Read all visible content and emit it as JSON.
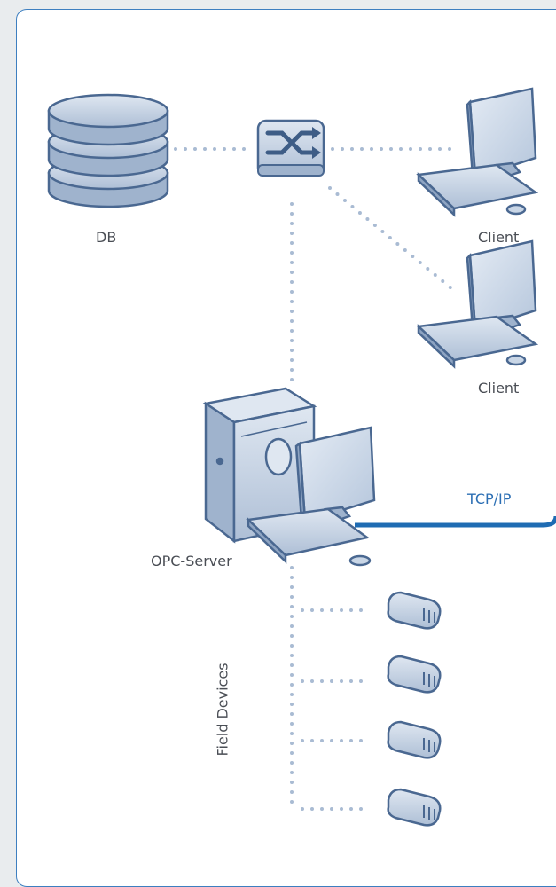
{
  "diagram": {
    "labels": {
      "db": "DB",
      "client_1": "Client",
      "client_2": "Client",
      "tcpip": "TCP/IP",
      "opc_server": "OPC-Server",
      "field_devices": "Field Devices"
    },
    "colors": {
      "panel_border": "#3d7fc0",
      "device_fill": "#c9d6e6",
      "device_stroke": "#4a6891",
      "dots": "#a9bbd3",
      "tcpip_line": "#1f6cb3",
      "label_text": "#4a4e55",
      "tcpip_text": "#2c6fb4"
    },
    "nodes": [
      {
        "name": "DB",
        "icon": "database-icon"
      },
      {
        "name": "Switch",
        "icon": "network-switch-icon"
      },
      {
        "name": "Client",
        "icon": "computer-icon"
      },
      {
        "name": "Client",
        "icon": "computer-icon"
      },
      {
        "name": "OPC-Server",
        "icon": "server-tower-icon"
      },
      {
        "name": "Field Device 1",
        "icon": "field-device-icon"
      },
      {
        "name": "Field Device 2",
        "icon": "field-device-icon"
      },
      {
        "name": "Field Device 3",
        "icon": "field-device-icon"
      },
      {
        "name": "Field Device 4",
        "icon": "field-device-icon"
      }
    ]
  }
}
